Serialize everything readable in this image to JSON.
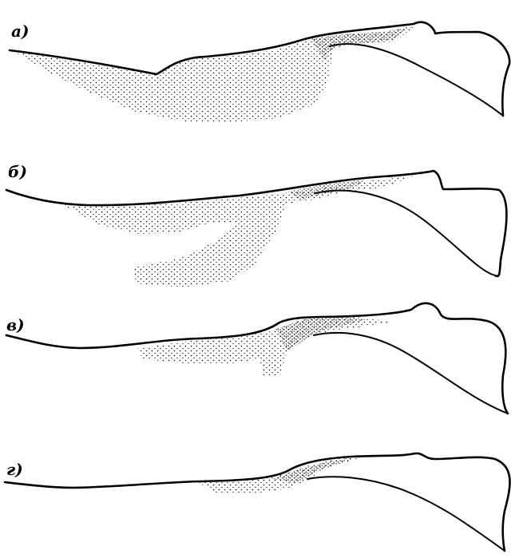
{
  "panels": [
    {
      "key": "a",
      "label": "а)"
    },
    {
      "key": "b",
      "label": "б)"
    },
    {
      "key": "c",
      "label": "в)"
    },
    {
      "key": "d",
      "label": "г)"
    }
  ]
}
